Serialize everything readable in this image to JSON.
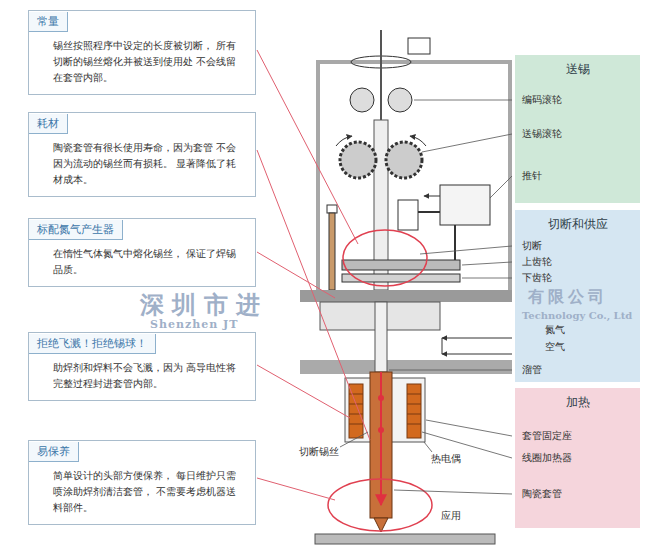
{
  "diagram": {
    "nodes": [
      {
        "text": [
          "常量",
          "锡丝按照程序中设定的长度被切断， 所有切断的锡丝熔化并被送到使用处 不会线留在套管内部。"
        ]
      },
      {
        "text": [
          "耗材",
          "陶瓷套管有很长使用寿命，因为套管 不会因为流动的锡丝而有损耗。 显著降低了耗材成本。"
        ]
      },
      {
        "text": [
          "标配氮气产生器",
          "在惰性气体氮气中熔化锡丝， 保证了焊锡品质。"
        ]
      },
      {
        "text": [
          "拒绝飞溅！拒绝锡球！",
          "助焊剂和焊料不会飞溅，因为 高导电性将完整过程封进套管内部。"
        ]
      },
      {
        "text": [
          "易保养",
          "简单设计的头部方便保养， 每日维护只需喷涂助焊剂清洁套管， 不需要考虑机器送料部件。"
        ]
      },
      {
        "text": [
          "送锡"
        ]
      },
      {
        "text": [
          "切断和供应"
        ]
      },
      {
        "text": [
          "加热"
        ]
      }
    ],
    "labels": [
      "编码滚轮",
      "送锡滚轮",
      "推针",
      "切断",
      "上齿轮",
      "下齿轮",
      "氮气",
      "空气",
      "溜管",
      "套管固定座",
      "线圈加热器",
      "陶瓷套管",
      "切断锡丝",
      "热电偶",
      "应用",
      "深圳市进",
      "有限公司",
      "Shenzhen JT",
      "Technology Co., Ltd"
    ]
  }
}
